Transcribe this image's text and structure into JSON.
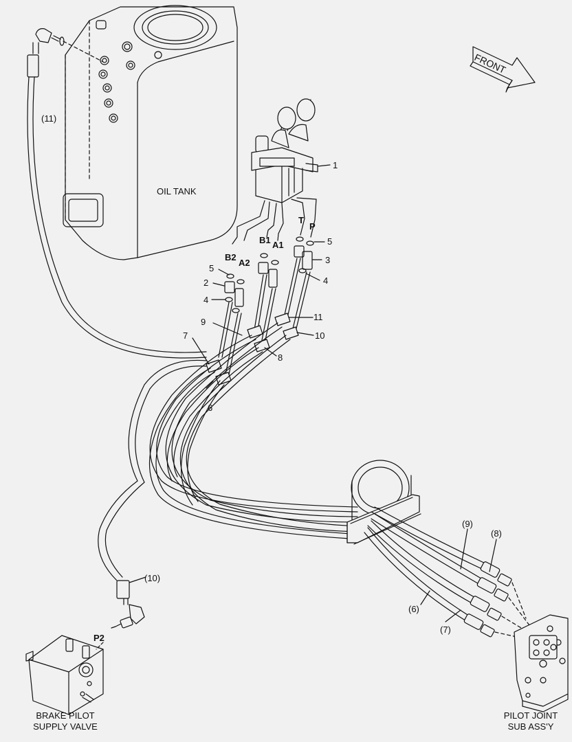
{
  "labels": {
    "oil_tank": "OIL TANK",
    "front": "FRONT",
    "brake_valve_line1": "BRAKE PILOT",
    "brake_valve_line2": "SUPPLY VALVE",
    "pilot_joint_line1": "PILOT JOINT",
    "pilot_joint_line2": "SUB ASS'Y"
  },
  "ports": {
    "b2": "B2",
    "a2": "A2",
    "b1": "B1",
    "a1": "A1",
    "t": "T",
    "p": "P",
    "p2": "P2"
  },
  "callouts": {
    "c1": "1",
    "c2": "2",
    "c3": "3",
    "c4_left": "4",
    "c4_right": "4",
    "c5_left": "5",
    "c5_right": "5",
    "c6": "6",
    "c7": "7",
    "c8": "8",
    "c9": "9",
    "c10": "10",
    "c11": "11"
  },
  "ref_callouts": {
    "r11": "(11)",
    "r10": "(10)",
    "r9": "(9)",
    "r8": "(8)",
    "r6": "(6)",
    "r7": "(7)"
  },
  "colors": {
    "background": "#f1f1f1",
    "line": "#111111"
  }
}
